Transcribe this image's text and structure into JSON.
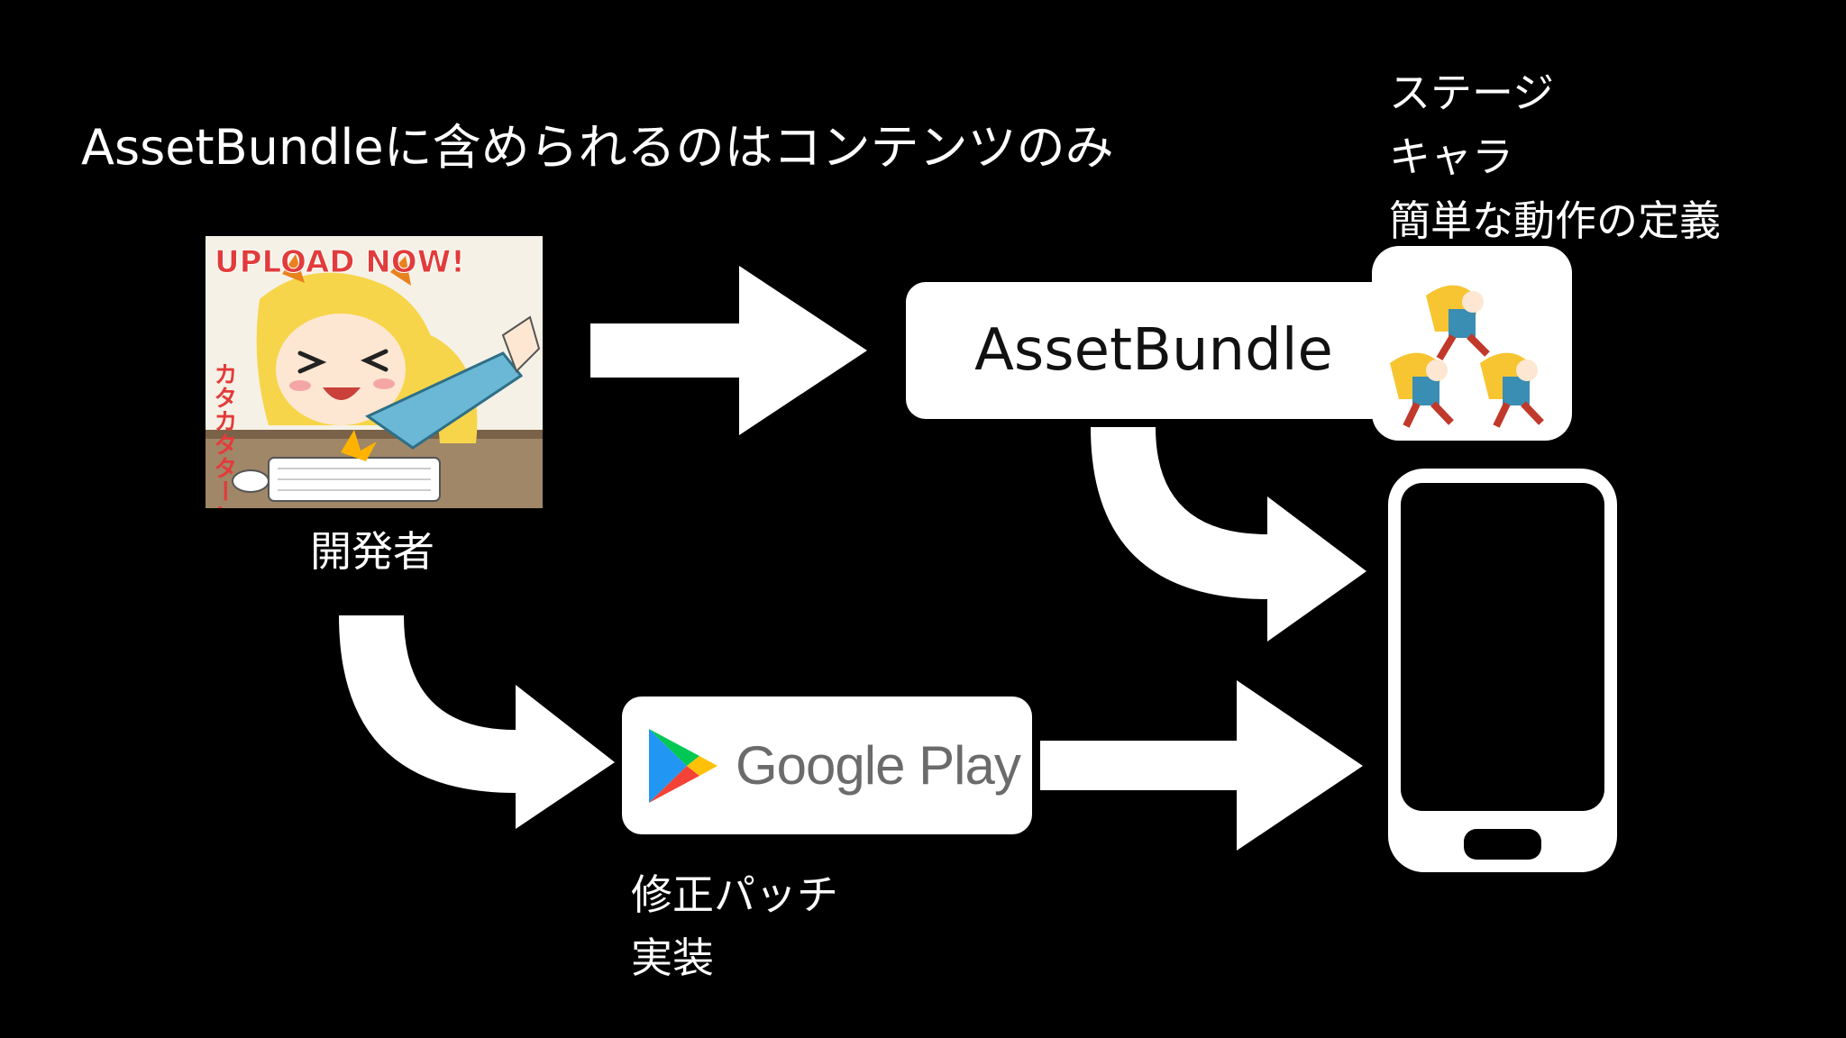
{
  "title": "AssetBundleに含められるのはコンテンツのみ",
  "developer": {
    "label": "開発者",
    "illustration": {
      "banner_text": "UPLOAD NOW!",
      "sound_effect": "カタカタターン"
    }
  },
  "assetbundle": {
    "label": "AssetBundle"
  },
  "contents_notes": [
    "ステージ",
    "キャラ",
    "簡単な動作の定義"
  ],
  "store": {
    "label": "Google Play",
    "icon": "google-play-icon"
  },
  "patch_notes": [
    "修正パッチ",
    "実装"
  ],
  "device": {
    "icon": "smartphone-icon"
  },
  "colors": {
    "background": "#000000",
    "foreground": "#ffffff",
    "store_text": "#6b6b6b",
    "play_green": "#00c853",
    "play_blue": "#2196f3",
    "play_yellow": "#ffc107",
    "play_red": "#f44336"
  }
}
